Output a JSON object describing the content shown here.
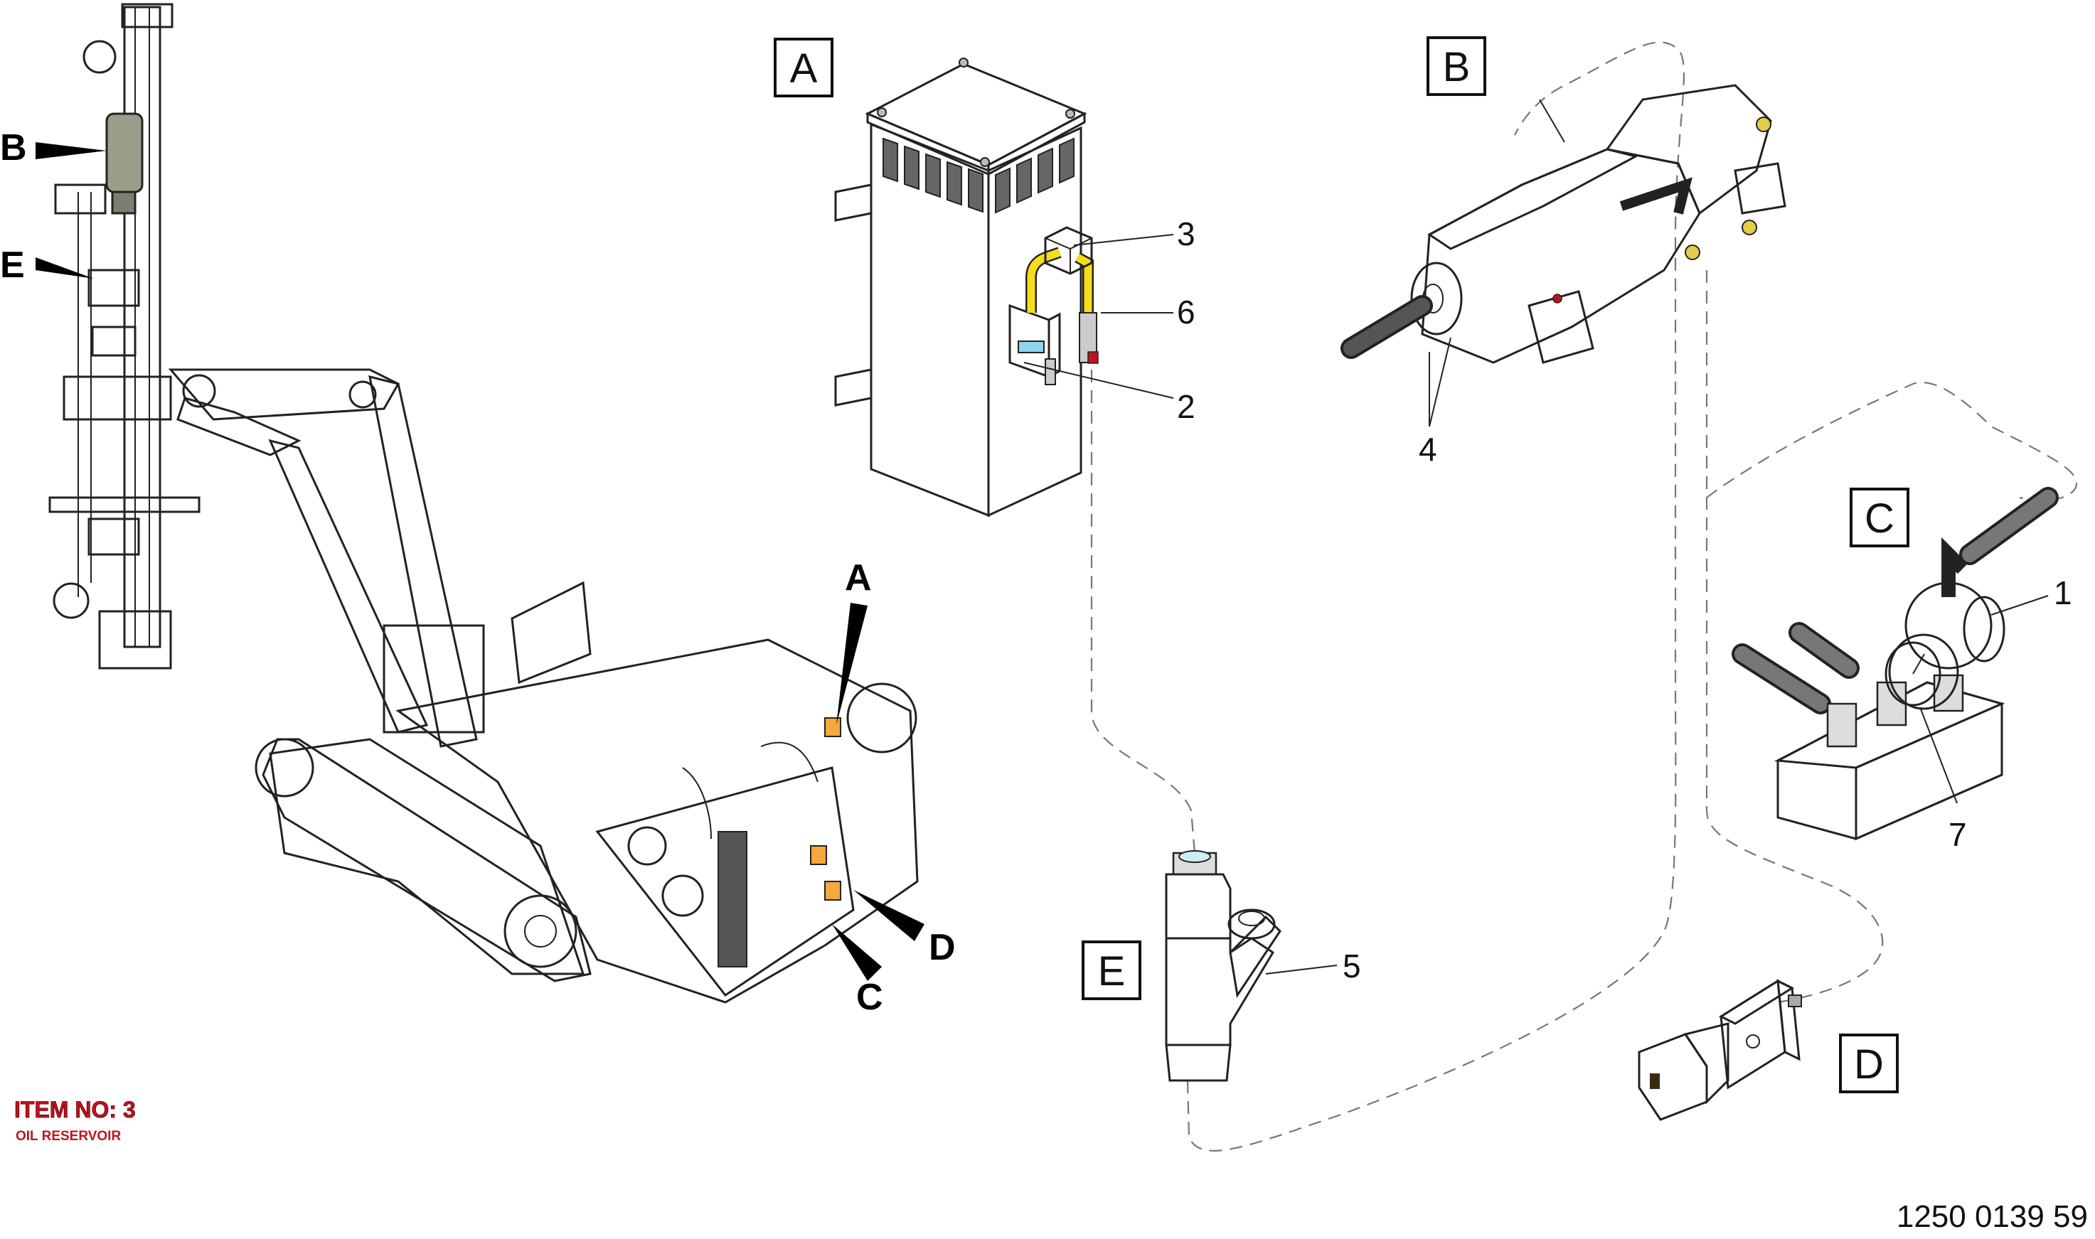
{
  "callout_boxes": {
    "A": "A",
    "B": "B",
    "C": "C",
    "D": "D",
    "E": "E"
  },
  "machine_markers": {
    "A": "A",
    "B": "B",
    "C": "C",
    "D": "D",
    "E": "E"
  },
  "part_numbers": {
    "p1": "1",
    "p2": "2",
    "p3": "3",
    "p4": "4",
    "p5": "5",
    "p6": "6",
    "p7": "7"
  },
  "item_note": {
    "title": "ITEM NO: 3",
    "subtitle": "OIL RESERVOIR"
  },
  "document_number": "1250 0139 59",
  "colors": {
    "reservoir_lid": "#f5a83c",
    "reservoir_body": "#efeed6",
    "valve_yellow": "#f6dd1a",
    "filter_blue": "#8fd6ec",
    "regulator_blue": "#5fb1bf",
    "gauge_ring": "#f4a143",
    "solenoid_orange": "#f3a236",
    "solenoid_body": "#f2e6a0",
    "hammer_grey": "#cfcfbb",
    "item_red": "#c1121f"
  }
}
